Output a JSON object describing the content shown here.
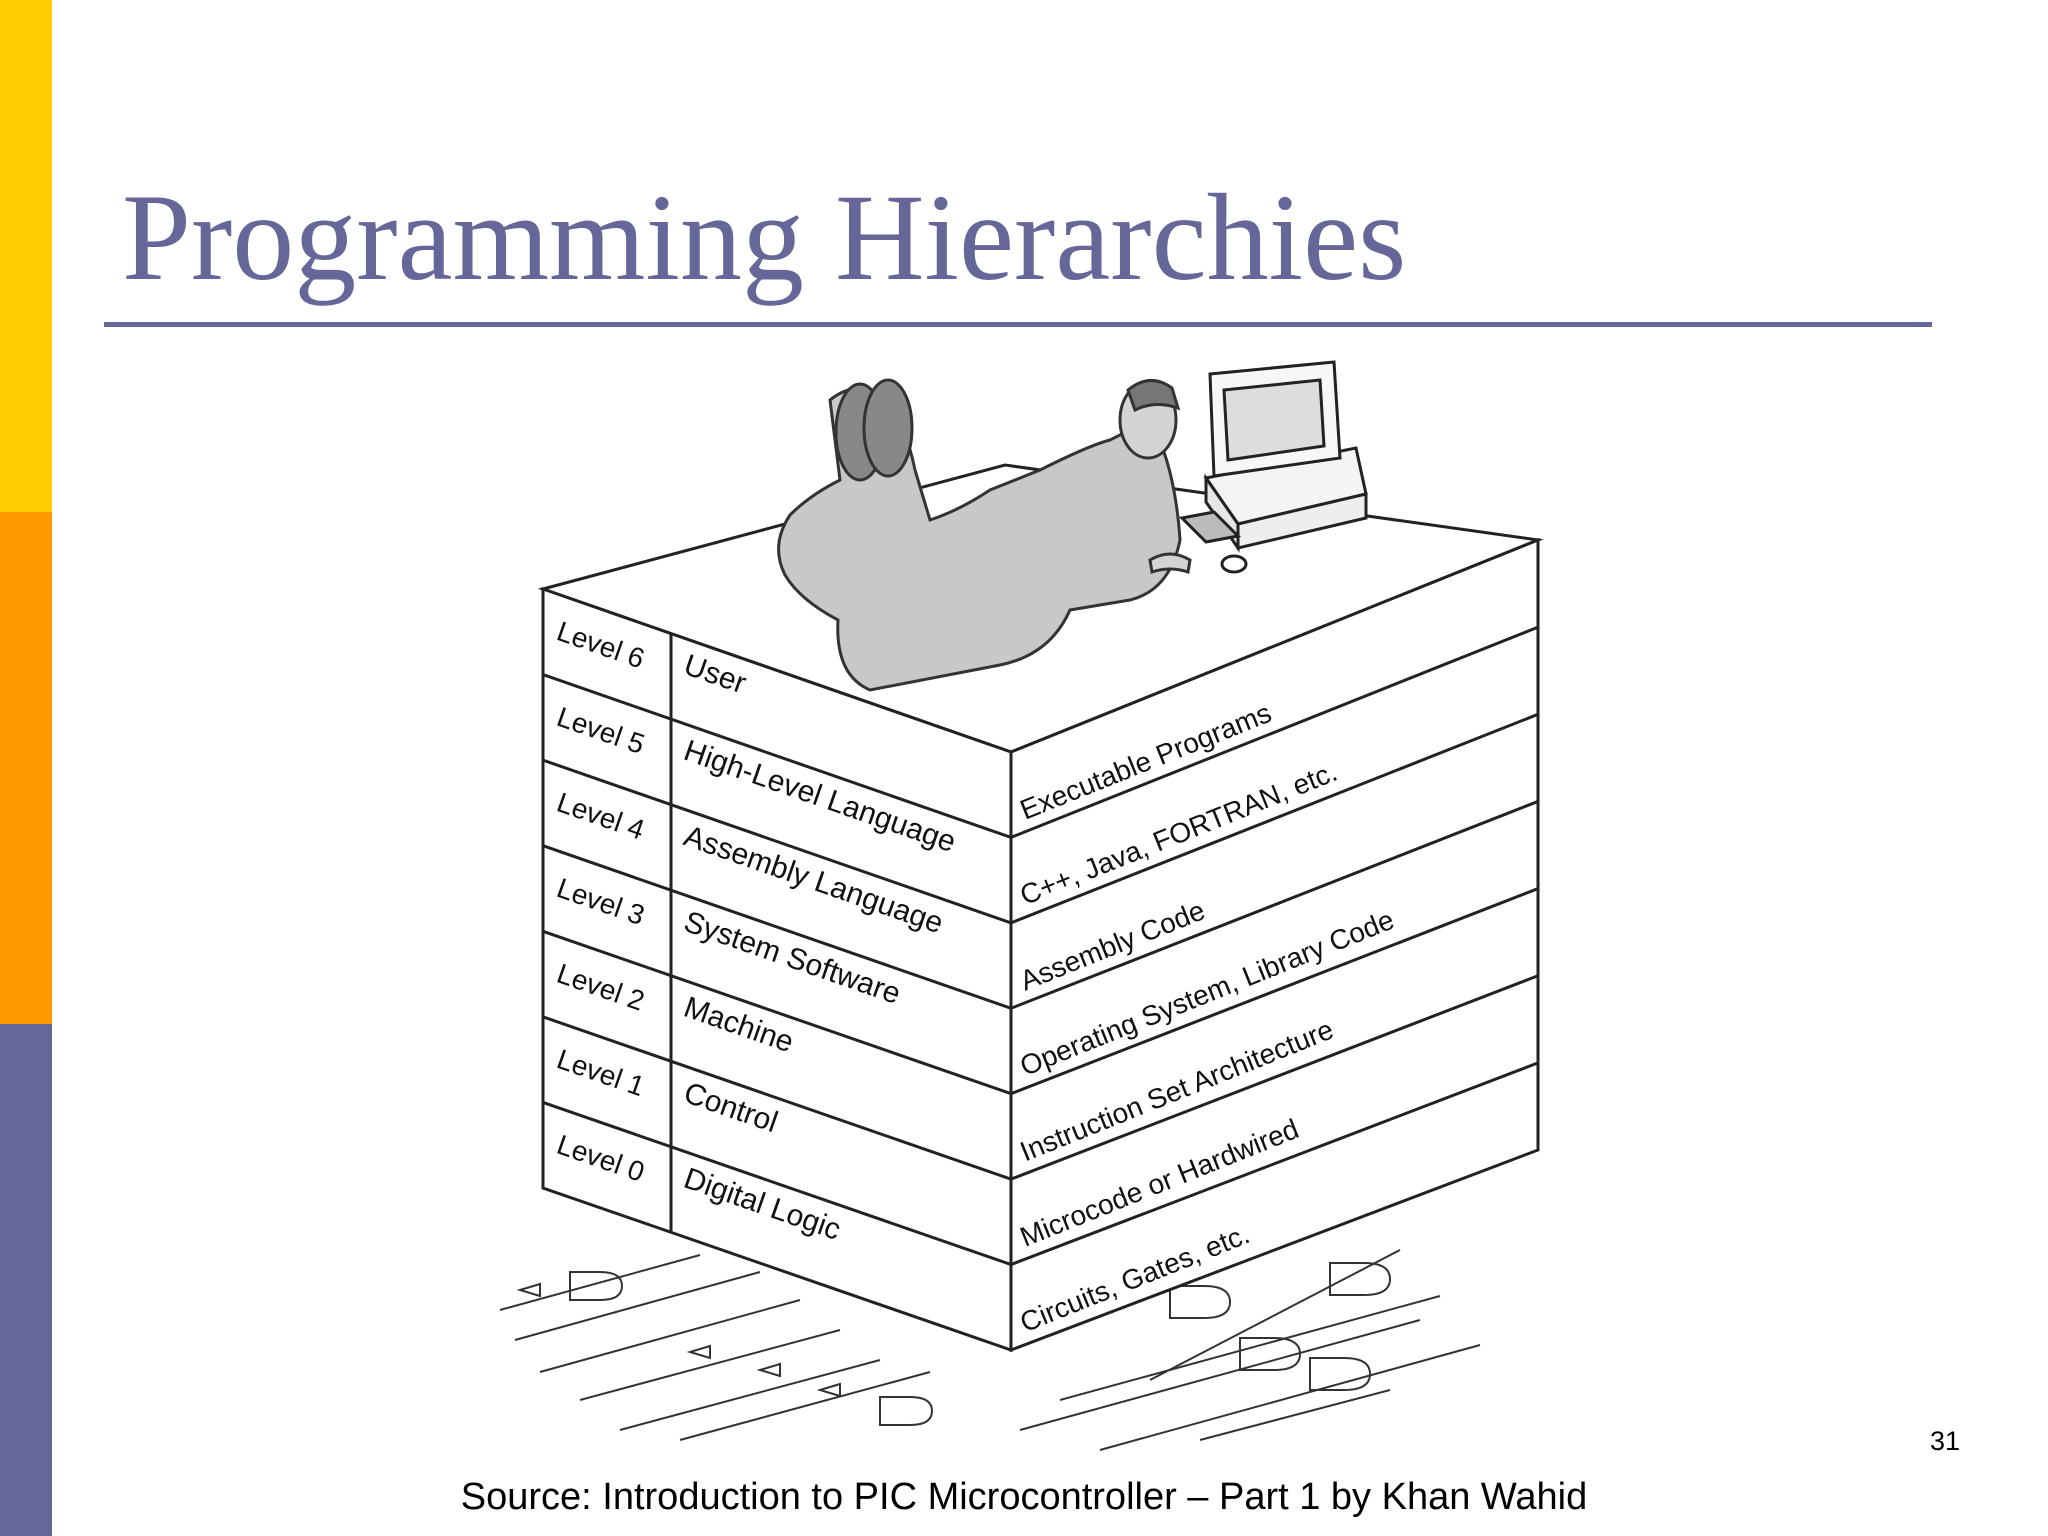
{
  "slide": {
    "title": "Programming Hierarchies",
    "page_number": "31",
    "source": "Source: Introduction to PIC Microcontroller – Part 1 by Khan Wahid"
  },
  "colors": {
    "title": "#666699",
    "bar_top": "#ffcc00",
    "bar_middle": "#ff9900",
    "bar_bottom": "#666699"
  },
  "hierarchy": {
    "levels": [
      {
        "level": "Level 6",
        "name": "User",
        "description": "Executable Programs"
      },
      {
        "level": "Level 5",
        "name": "High-Level Language",
        "description": "C++, Java, FORTRAN, etc."
      },
      {
        "level": "Level 4",
        "name": "Assembly Language",
        "description": "Assembly Code"
      },
      {
        "level": "Level 3",
        "name": "System Software",
        "description": "Operating System, Library Code"
      },
      {
        "level": "Level 2",
        "name": "Machine",
        "description": "Instruction Set Architecture"
      },
      {
        "level": "Level 1",
        "name": "Control",
        "description": "Microcode or Hardwired"
      },
      {
        "level": "Level 0",
        "name": "Digital Logic",
        "description": "Circuits, Gates, etc."
      }
    ]
  },
  "illustration": {
    "figure": "person-lying-on-stack-icon",
    "computer": "desktop-computer-icon",
    "circuits": "logic-gates-circuit-icon"
  }
}
